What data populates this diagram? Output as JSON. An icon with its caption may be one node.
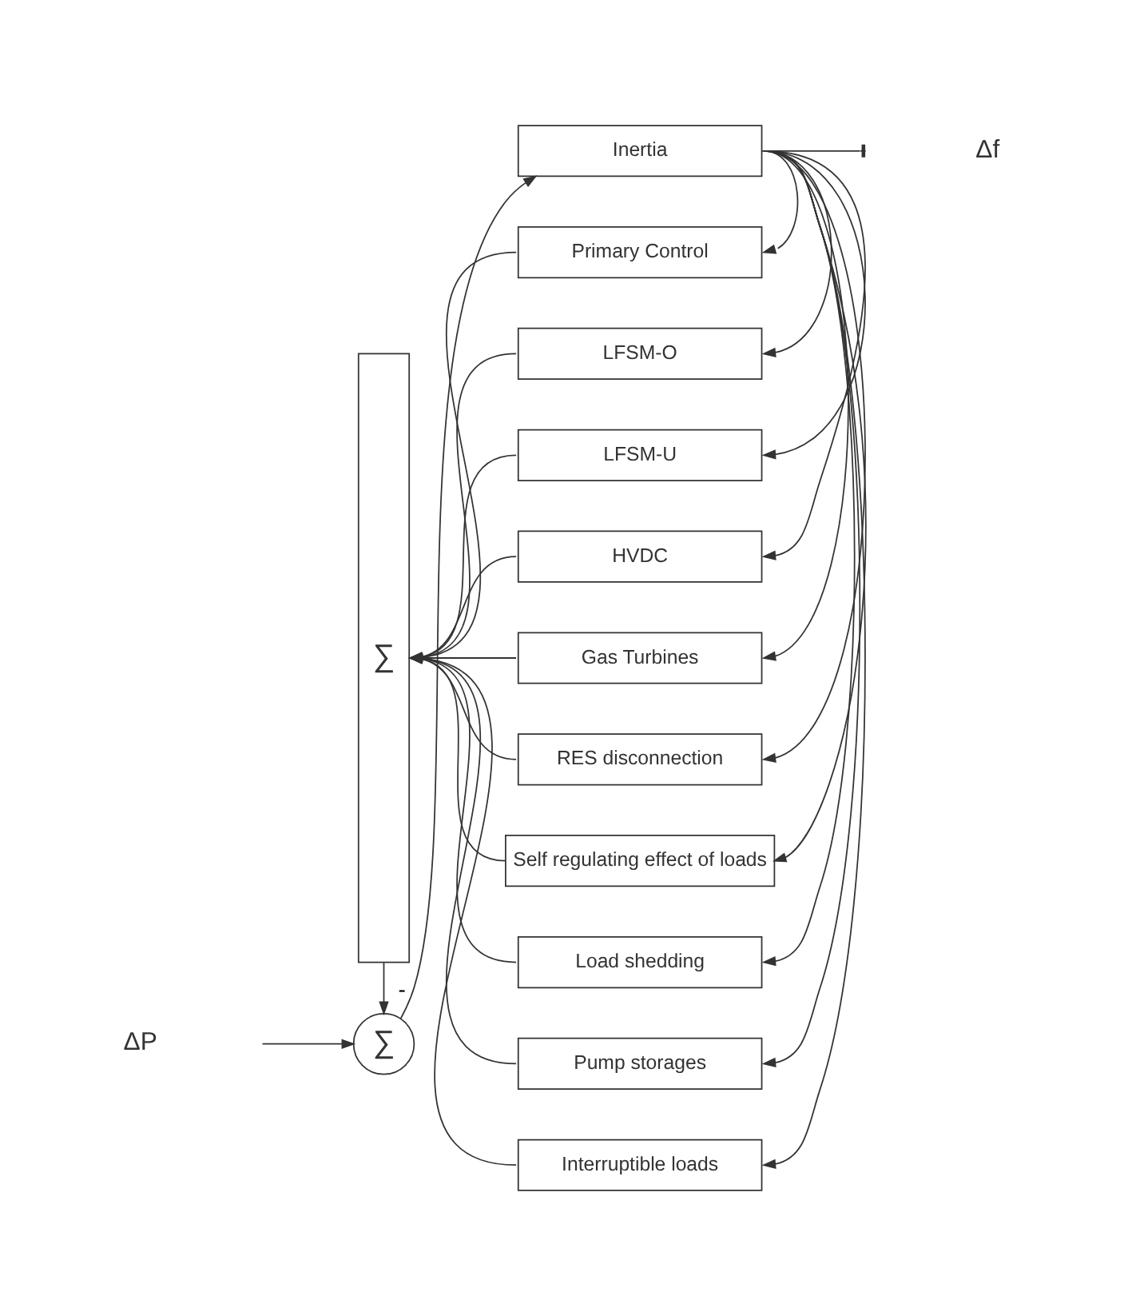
{
  "diagram": {
    "nodes": [
      {
        "text": [
          "ΔP"
        ]
      },
      {
        "text": [
          "∑"
        ]
      },
      {
        "text": [
          "Inertia"
        ]
      },
      {
        "text": [
          "Δf"
        ]
      },
      {
        "text": [
          "∑"
        ]
      },
      {
        "text": [
          "Primary Control"
        ]
      },
      {
        "text": [
          "LFSM-O"
        ]
      },
      {
        "text": [
          "LFSM-U"
        ]
      },
      {
        "text": [
          "HVDC"
        ]
      },
      {
        "text": [
          "Gas Turbines"
        ]
      },
      {
        "text": [
          "RES disconnection"
        ]
      },
      {
        "text": [
          "Self regulating effect of loads"
        ]
      },
      {
        "text": [
          "Load shedding"
        ]
      },
      {
        "text": [
          "Pump storages"
        ]
      },
      {
        "text": [
          "Interruptible loads"
        ]
      }
    ],
    "edges": [
      {
        "from": 0,
        "to": 1,
        "arrow": "to"
      },
      {
        "from": 1,
        "to": 2,
        "arrow": "to"
      },
      {
        "from": 2,
        "to": 3,
        "arrow": "other"
      },
      {
        "from": 2,
        "to": 5,
        "arrow": "to"
      },
      {
        "from": 2,
        "to": 6,
        "arrow": "to"
      },
      {
        "from": 2,
        "to": 7,
        "arrow": "to"
      },
      {
        "from": 2,
        "to": 8,
        "arrow": "to"
      },
      {
        "from": 2,
        "to": 9,
        "arrow": "to"
      },
      {
        "from": 2,
        "to": 10,
        "arrow": "to"
      },
      {
        "from": 2,
        "to": 11,
        "arrow": "to"
      },
      {
        "from": 2,
        "to": 12,
        "arrow": "to"
      },
      {
        "from": 2,
        "to": 13,
        "arrow": "to"
      },
      {
        "from": 2,
        "to": 14,
        "arrow": "to"
      },
      {
        "from": 5,
        "to": 4,
        "arrow": "to"
      },
      {
        "from": 6,
        "to": 4,
        "arrow": "to"
      },
      {
        "from": 7,
        "to": 4,
        "arrow": "to"
      },
      {
        "from": 8,
        "to": 4,
        "arrow": "to"
      },
      {
        "from": 9,
        "to": 4,
        "arrow": "to"
      },
      {
        "from": 10,
        "to": 4,
        "arrow": "to"
      },
      {
        "from": 11,
        "to": 4,
        "arrow": "to"
      },
      {
        "from": 12,
        "to": 4,
        "arrow": "to"
      },
      {
        "from": 13,
        "to": 4,
        "arrow": "to"
      },
      {
        "from": 14,
        "to": 4,
        "arrow": "to"
      },
      {
        "from": 4,
        "to": 1,
        "arrow": "to",
        "label": "-"
      }
    ]
  }
}
